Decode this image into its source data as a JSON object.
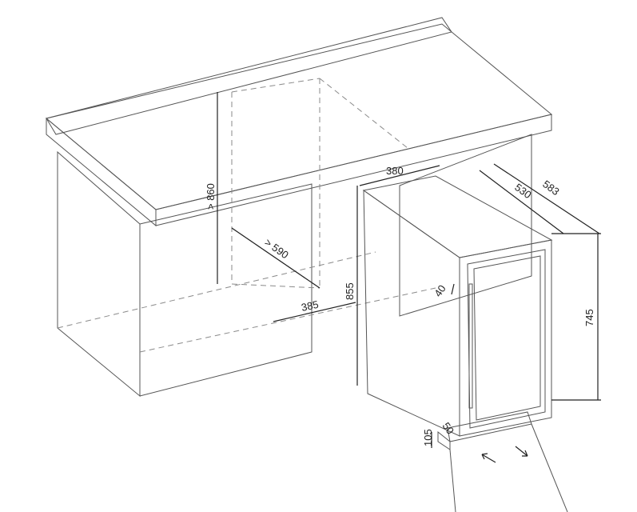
{
  "dimensions": {
    "niche_height": "> 860",
    "niche_depth": "> 590",
    "niche_width": "385",
    "appliance_height": "855",
    "appliance_width": "380",
    "appliance_depth": "530",
    "appliance_depth_with_door": "583",
    "door_gap": "40",
    "cabinet_height": "745",
    "plinth_height": "105",
    "plinth_setback": "50"
  }
}
